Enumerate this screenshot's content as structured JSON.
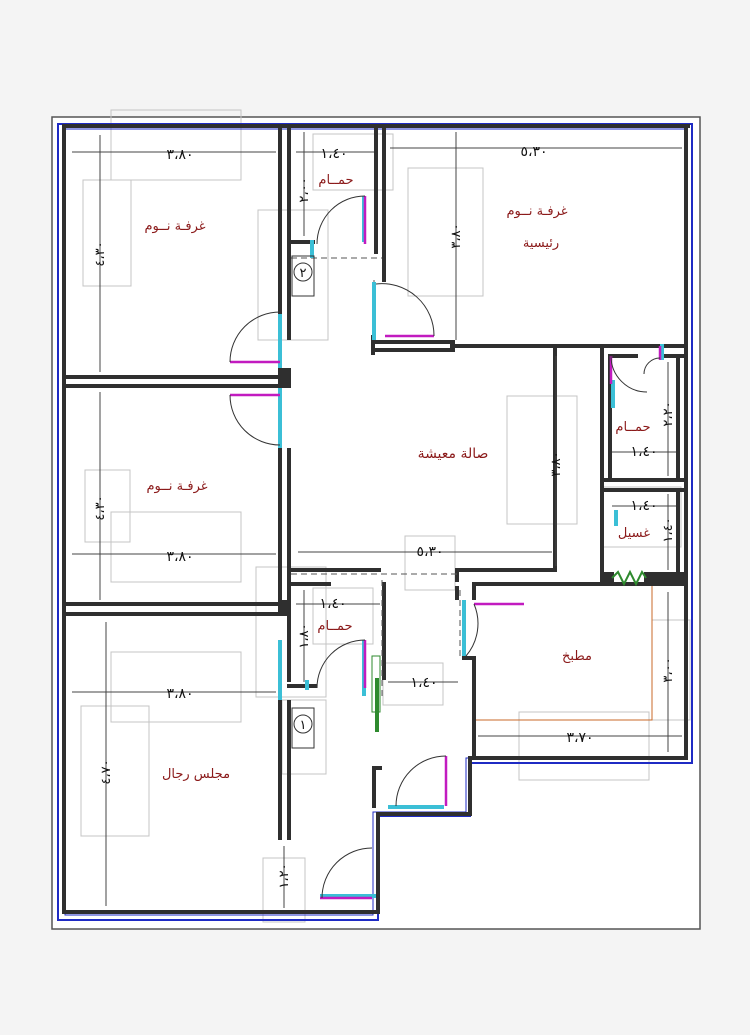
{
  "rooms": {
    "bedroom_1": "غرفـة نــوم",
    "bedroom_2": "غرفـة نــوم",
    "master_bedroom_line1": "غرفـة نــوم",
    "master_bedroom_line2": "رئيسية",
    "bath_1": "حمــام",
    "bath_2": "حمــام",
    "bath_3": "حمــام",
    "living": "صالة معيشة",
    "wash": "غسيل",
    "kitchen": "مطبخ",
    "majlis": "مجلس رجال",
    "stair_1": "٢",
    "stair_2": "١"
  },
  "dimensions": {
    "bedroom_1_width": "٣،٨٠",
    "bedroom_1_depth": "٤،٣٠",
    "bath_1_width": "١،٤٠",
    "bath_1_depth": "٢،٠٠",
    "master_width": "٥،٣٠",
    "master_depth": "٣،٨٠",
    "bedroom_2_depth": "٤،٣٠",
    "bedroom_2_width": "٣،٨٠",
    "living_width": "٥،٣٠",
    "living_depth": "٣،٨٠",
    "bath_3_width": "١،٤٠",
    "bath_3_depth": "٢،٢٠",
    "wash_width": "١،٤٠",
    "wash_depth": "١،٤٠",
    "bath_2_width": "١،٤٠",
    "bath_2_depth": "١،٨٠",
    "corridor_width": "١،٤٠",
    "majlis_width": "٣،٨٠",
    "majlis_depth": "٤،٧٠",
    "kitchen_width": "٣،٧٠",
    "kitchen_depth": "٣،٠٠",
    "entrance_width": "١،٢٠"
  },
  "colors": {
    "wall": "#2f2f2f",
    "outline": "#1f2bc4",
    "door": "#3bbfd6",
    "door_leaf": "#c21bc0",
    "label": "#8b1a1a",
    "furniture": "#c4c4c4"
  }
}
